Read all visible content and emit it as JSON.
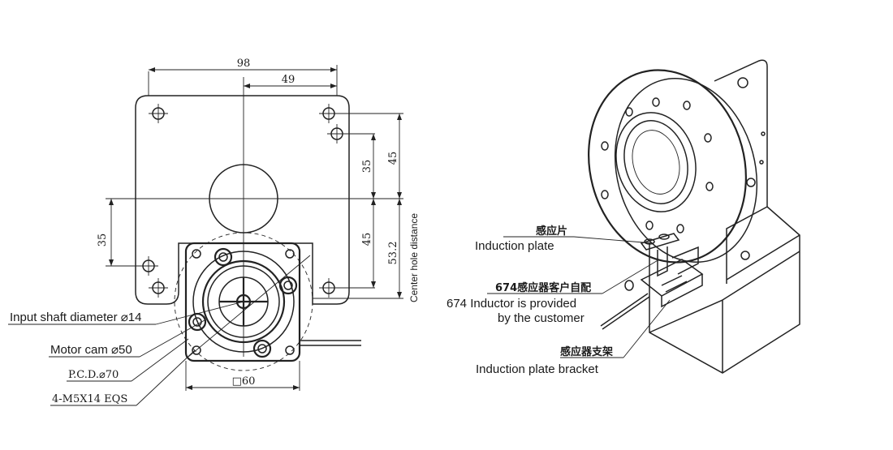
{
  "left_view": {
    "dims": {
      "overall_width": "98",
      "half_width": "49",
      "right_upper": "35",
      "right_outer": "45",
      "right_lower": "45",
      "right_total": "53.2",
      "left_vertical": "35",
      "square": "□60"
    },
    "side_label": "Center hole distance",
    "callouts": {
      "input_shaft": "Input shaft diameter ⌀14",
      "motor_cam": "Motor cam ⌀50",
      "pcd": "P.C.D.⌀70",
      "screws": "4-M5X14 EQS"
    }
  },
  "right_view": {
    "callouts": [
      {
        "cn": "感应片",
        "en": [
          "Induction plate"
        ]
      },
      {
        "cn": "674感应器客户自配",
        "en": [
          "674 Inductor is provided",
          "by the customer"
        ]
      },
      {
        "cn": "感应器支架",
        "en": [
          "Induction plate bracket"
        ]
      }
    ]
  }
}
